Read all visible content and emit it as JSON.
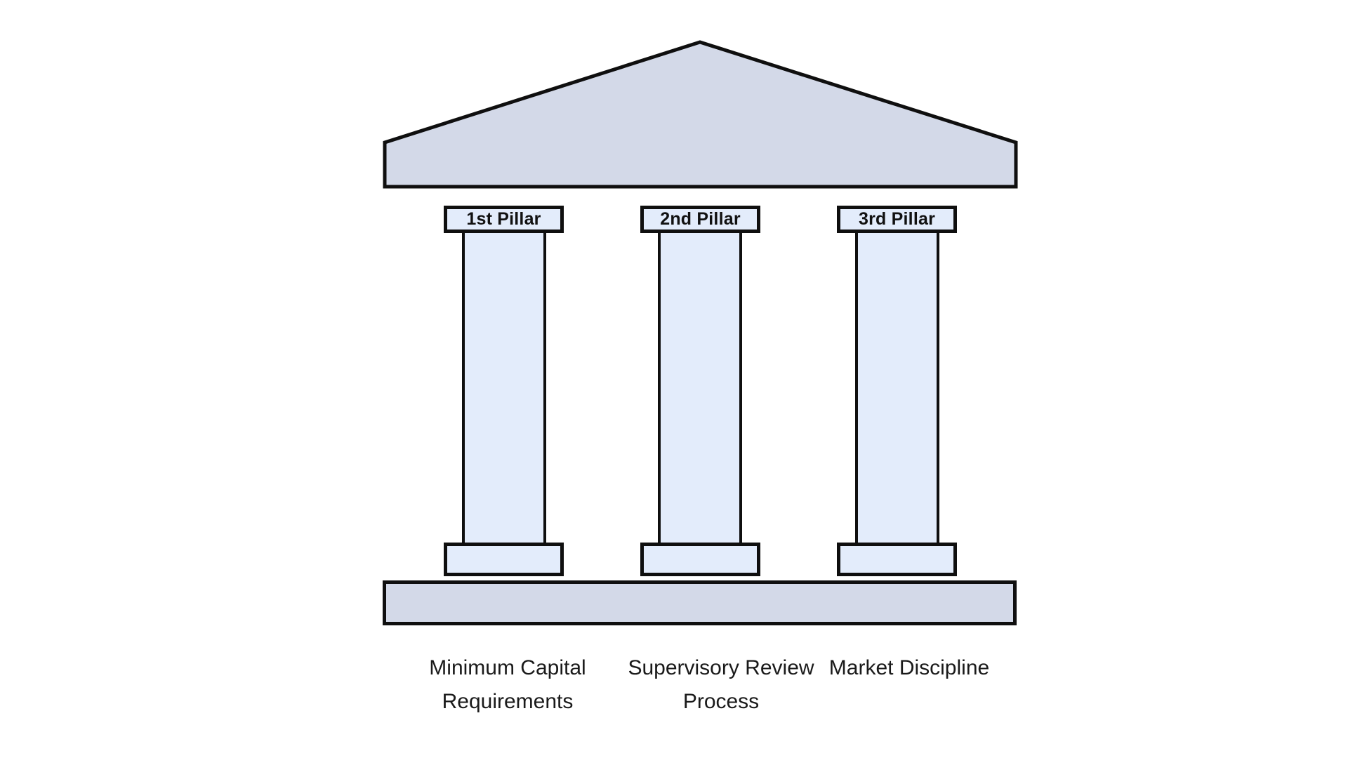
{
  "diagram": {
    "kind": "three-pillar-temple",
    "pillars": [
      {
        "label": "1st Pillar",
        "caption_line1": "Minimum Capital",
        "caption_line2": "Requirements"
      },
      {
        "label": "2nd Pillar",
        "caption_line1": "Supervisory Review",
        "caption_line2": "Process"
      },
      {
        "label": "3rd Pillar",
        "caption_line1": "Market Discipline",
        "caption_line2": ""
      }
    ],
    "colors": {
      "background": "#ffffff",
      "pediment_fill": "#d3d9e8",
      "pillar_fill": "#e3ecfb",
      "stroke": "#0f0f0f",
      "label_text": "#111111",
      "caption_text": "#1a1a1a"
    }
  }
}
